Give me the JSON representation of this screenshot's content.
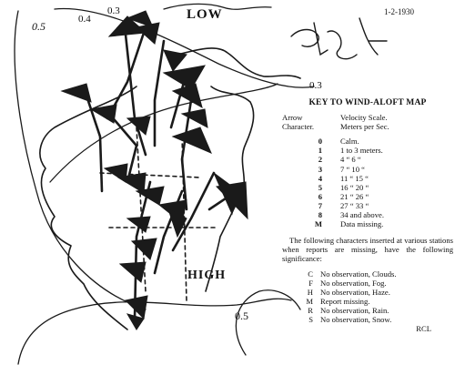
{
  "map": {
    "labels": {
      "low": "LOW",
      "high": "HIGH",
      "date": "1-2-1930"
    },
    "isobar_values": [
      "0.5",
      "0.4",
      "0.3",
      "0.3",
      "0.5"
    ],
    "stroke_color": "#1a1a1a"
  },
  "key": {
    "title": "KEY TO WIND-ALOFT MAP",
    "col1_header": [
      "Arrow",
      "Character."
    ],
    "col2_header": [
      "Velocity Scale.",
      "Meters per Sec."
    ],
    "rows": [
      {
        "char": "0",
        "desc": "Calm."
      },
      {
        "char": "1",
        "desc": "1 to  3 meters."
      },
      {
        "char": "2",
        "desc": "4 “  6  “"
      },
      {
        "char": "3",
        "desc": "7 “ 10  “"
      },
      {
        "char": "4",
        "desc": "11 “ 15  “"
      },
      {
        "char": "5",
        "desc": "16 “ 20  “"
      },
      {
        "char": "6",
        "desc": "21 “ 26  “"
      },
      {
        "char": "7",
        "desc": "27 “ 33  “"
      },
      {
        "char": "8",
        "desc": "34 and above."
      },
      {
        "char": "M",
        "desc": "Data missing."
      }
    ],
    "note": "The following characters inserted at various stations when reports are missing, have the following significance:",
    "codes": [
      {
        "code": "C",
        "desc": "No observation, Clouds."
      },
      {
        "code": "F",
        "desc": "No observation, Fog."
      },
      {
        "code": "H",
        "desc": "No observation, Haze."
      },
      {
        "code": "M",
        "desc": "Report missing."
      },
      {
        "code": "R",
        "desc": "No observation, Rain."
      },
      {
        "code": "S",
        "desc": "No observation, Snow."
      }
    ],
    "initials": "RCL"
  }
}
